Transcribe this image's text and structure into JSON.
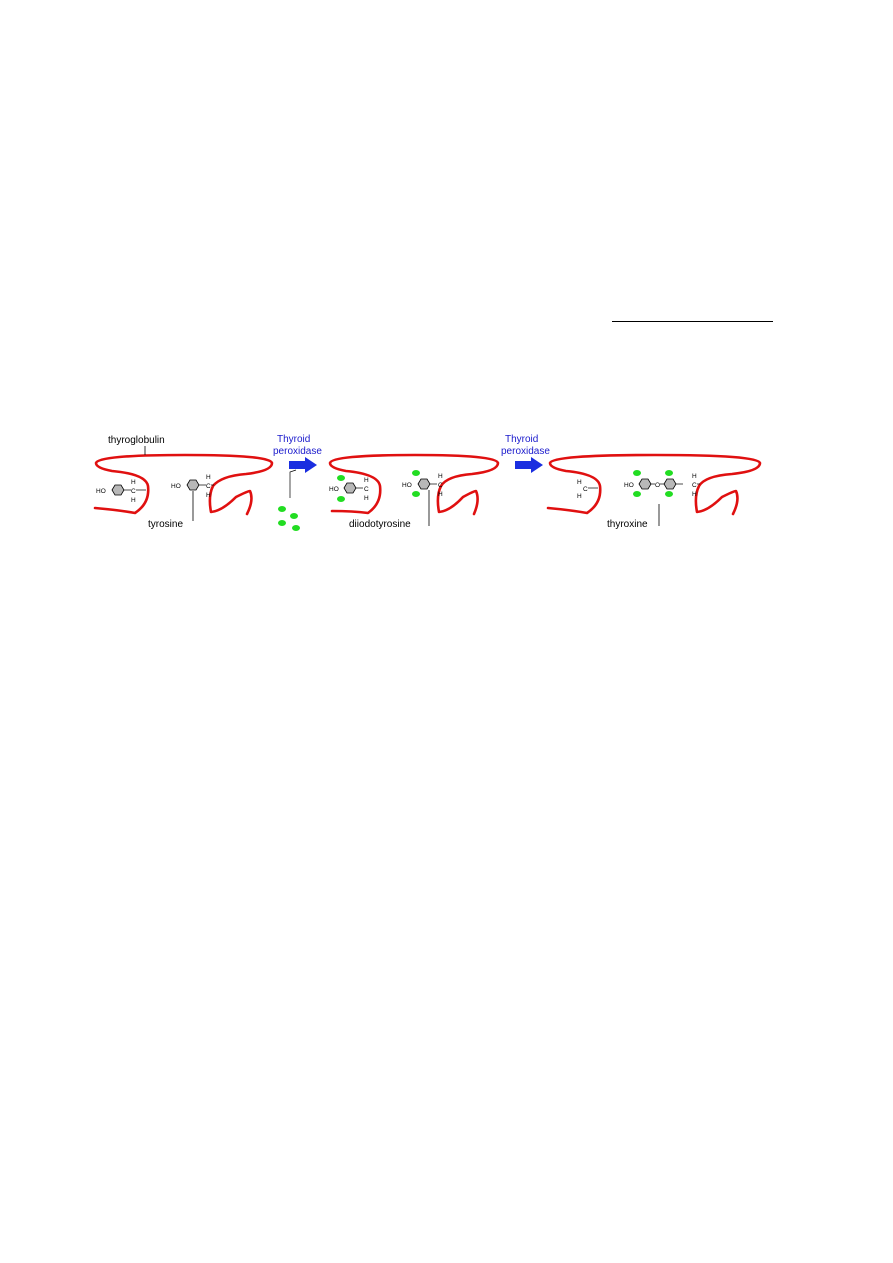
{
  "diagram": {
    "labels": {
      "thyroglobulin": "thyroglobulin",
      "tyrosine": "tyrosine",
      "diiodotyrosine": "diiodotyrosine",
      "thyroxine": "thyroxine"
    },
    "enzyme_steps": [
      {
        "line1": "Thyroid",
        "line2": "peroxidase"
      },
      {
        "line1": "Thyroid",
        "line2": "peroxidase"
      }
    ],
    "atoms": {
      "hydroxyl": "HO",
      "carbon": "C",
      "hydrogen": "H",
      "oxygen": "O",
      "iodine": "I"
    },
    "colors": {
      "protein": "#e01010",
      "arrow": "#1a2ee0",
      "iodine": "#22dd22",
      "ring": "#b8b8b8",
      "enzyme_text": "#1a1acc"
    }
  }
}
